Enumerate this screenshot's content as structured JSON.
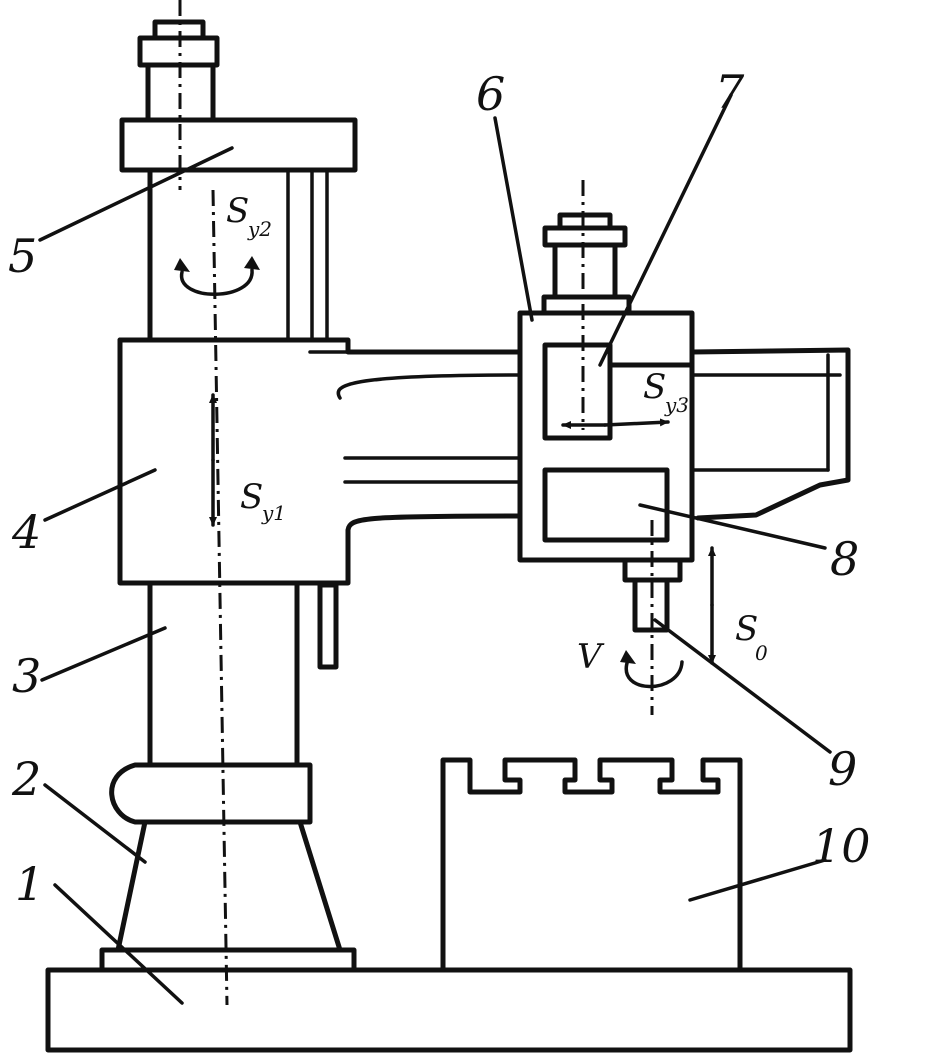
{
  "callouts": [
    "1",
    "2",
    "3",
    "4",
    "5",
    "6",
    "7",
    "8",
    "9",
    "10"
  ],
  "motions": {
    "sy1": {
      "main": "S",
      "sub": "y1"
    },
    "sy2": {
      "main": "S",
      "sub": "y2"
    },
    "sy3": {
      "main": "S",
      "sub": "y3"
    },
    "s0": {
      "main": "S",
      "sub": "0"
    },
    "v": "V"
  },
  "colors": {
    "ink": "#111111",
    "paper": "#ffffff"
  }
}
